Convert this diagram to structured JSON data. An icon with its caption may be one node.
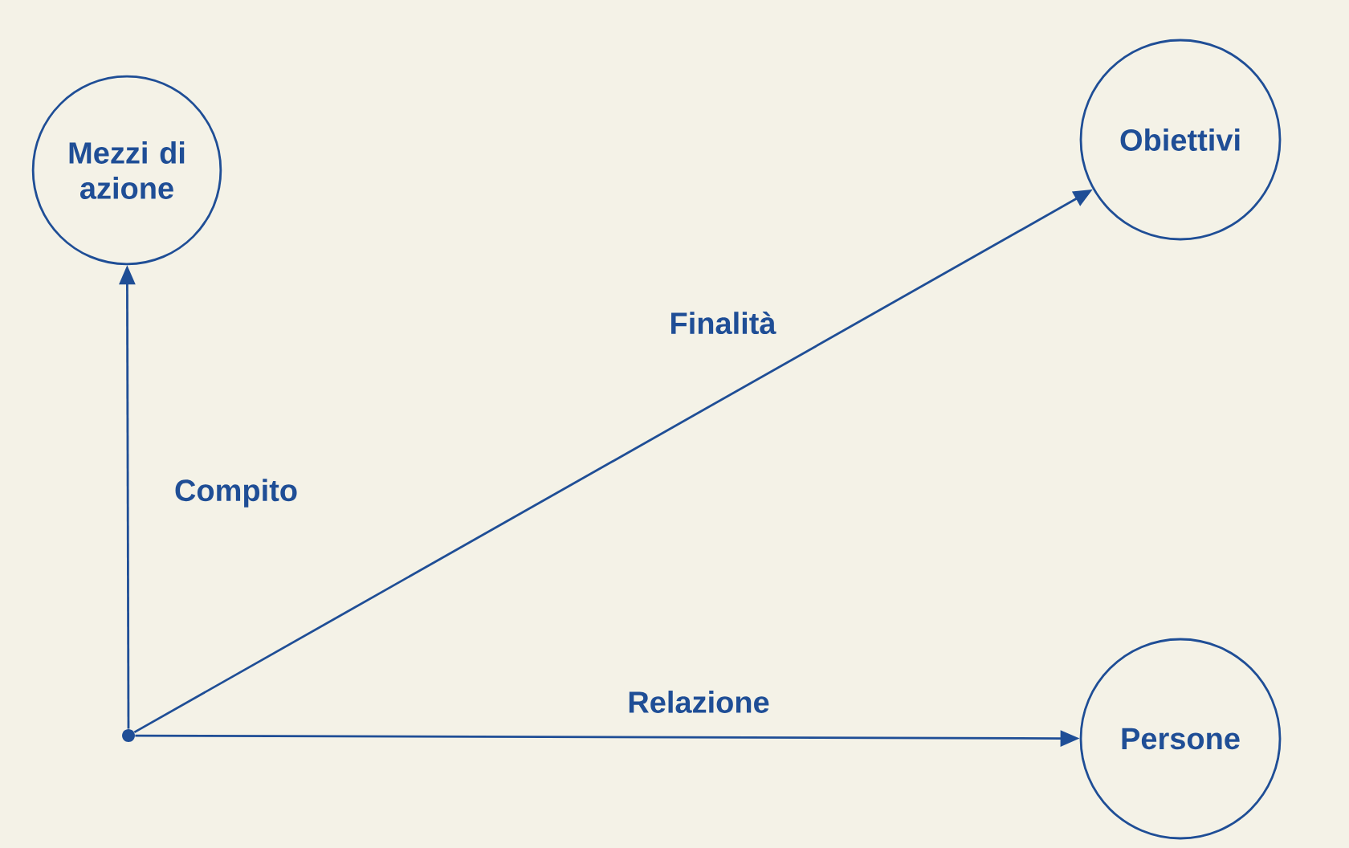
{
  "diagram": {
    "nodes": [
      {
        "text": [
          "Mezzi di azione"
        ]
      },
      {
        "text": [
          "Obiettivi"
        ]
      },
      {
        "text": [
          "Persone"
        ]
      },
      {
        "text": [],
        "shape": "circle"
      }
    ],
    "edges": [
      {
        "from": 3,
        "to": 0,
        "arrow": "to",
        "label": "Compito"
      },
      {
        "from": 3,
        "to": 1,
        "arrow": "to",
        "label": "Finalità"
      },
      {
        "from": 3,
        "to": 2,
        "arrow": "to",
        "label": "Relazione"
      }
    ]
  }
}
